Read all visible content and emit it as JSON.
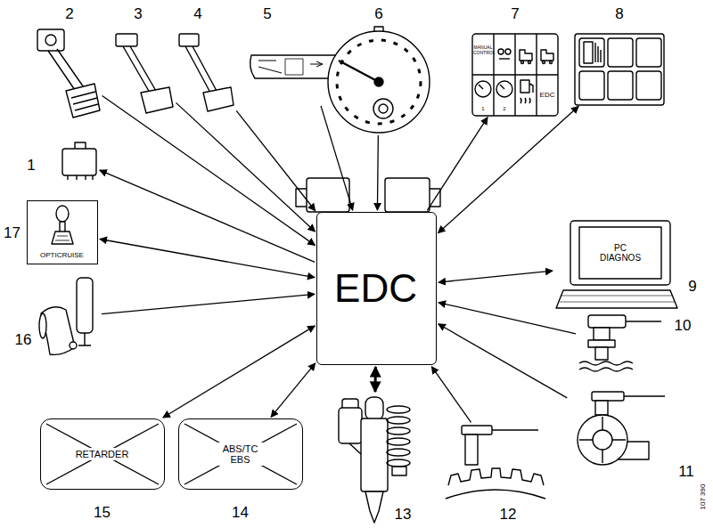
{
  "diagram": {
    "nodes": [
      {
        "text": [
          "2"
        ]
      },
      {
        "text": [
          "3"
        ]
      },
      {
        "text": [
          "4"
        ]
      },
      {
        "text": [
          "5"
        ]
      },
      {
        "text": [
          "6"
        ]
      },
      {
        "text": [
          "7",
          "MANUAL CONTROL",
          "1",
          "2",
          "EDC"
        ]
      },
      {
        "text": [
          "8"
        ]
      },
      {
        "text": [
          "1"
        ]
      },
      {
        "text": [
          "EDC"
        ]
      },
      {
        "text": [
          "17",
          "OPTICRUISE"
        ]
      },
      {
        "text": [
          "9",
          "PC DIAGNOS"
        ]
      },
      {
        "text": [
          "16"
        ]
      },
      {
        "text": [
          "10"
        ]
      },
      {
        "text": [
          "11"
        ]
      },
      {
        "text": [
          "15",
          "RETARDER"
        ]
      },
      {
        "text": [
          "14",
          "ABS/TC EBS"
        ]
      },
      {
        "text": [
          "13"
        ]
      },
      {
        "text": [
          "12"
        ]
      }
    ],
    "edges": [
      {
        "from": 0,
        "to": 8,
        "arrow": "to"
      },
      {
        "from": 1,
        "to": 8,
        "arrow": "to"
      },
      {
        "from": 2,
        "to": 8,
        "arrow": "to"
      },
      {
        "from": 3,
        "to": 8,
        "arrow": "to"
      },
      {
        "from": 4,
        "to": 8,
        "arrow": "to"
      },
      {
        "from": 8,
        "to": 5,
        "arrow": "to"
      },
      {
        "from": 8,
        "to": 6,
        "arrow": "both"
      },
      {
        "from": 8,
        "to": 7,
        "arrow": "to"
      },
      {
        "from": 9,
        "to": 8,
        "arrow": "both"
      },
      {
        "from": 10,
        "to": 8,
        "arrow": "both"
      },
      {
        "from": 11,
        "to": 8,
        "arrow": "to"
      },
      {
        "from": 12,
        "to": 8,
        "arrow": "to"
      },
      {
        "from": 13,
        "to": 8,
        "arrow": "to"
      },
      {
        "from": 14,
        "to": 8,
        "arrow": "both"
      },
      {
        "from": 15,
        "to": 8,
        "arrow": "both"
      },
      {
        "from": 16,
        "to": 8,
        "arrow": "both"
      },
      {
        "from": 17,
        "to": 8,
        "arrow": "to"
      }
    ],
    "labels": [
      "107 390"
    ]
  }
}
